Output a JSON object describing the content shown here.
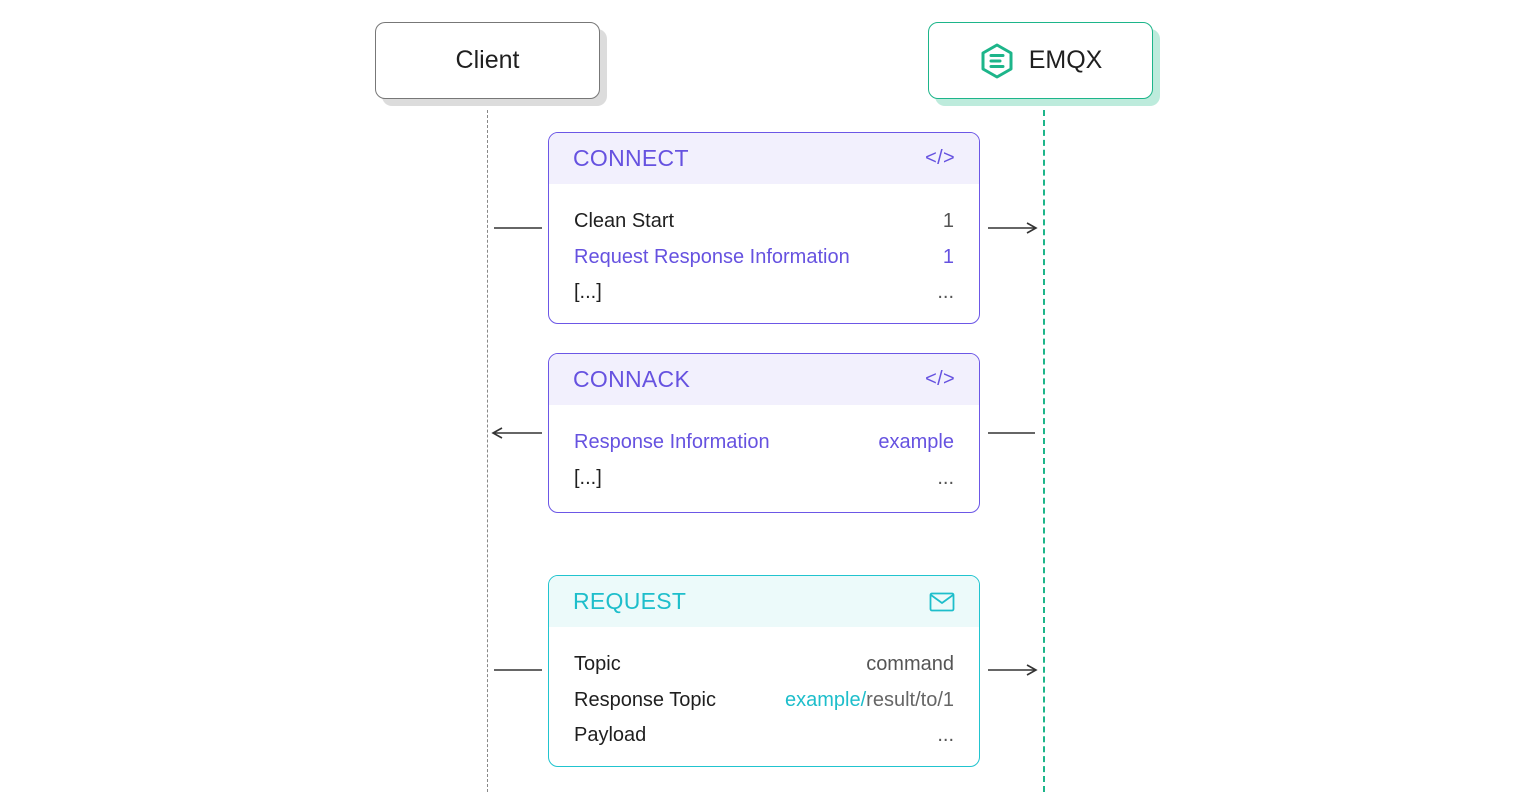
{
  "actors": {
    "client": "Client",
    "emqx": "EMQX"
  },
  "messages": [
    {
      "title": "CONNECT",
      "icon": "code-icon",
      "icon_glyph": "</>",
      "rows": [
        {
          "label": "Clean Start",
          "value": "1"
        },
        {
          "label": "Request Response Information",
          "value": "1"
        },
        {
          "label": "[...]",
          "value": "..."
        }
      ]
    },
    {
      "title": "CONNACK",
      "icon": "code-icon",
      "icon_glyph": "</>",
      "rows": [
        {
          "label": "Response Information",
          "value": "example"
        },
        {
          "label": "[...]",
          "value": "..."
        }
      ]
    },
    {
      "title": "REQUEST",
      "icon": "envelope-icon",
      "rows": [
        {
          "label": "Topic",
          "value": "command"
        },
        {
          "label": "Response Topic",
          "value_prefix": "example/",
          "value_suffix": "result/to/1"
        },
        {
          "label": "Payload",
          "value": "..."
        }
      ]
    }
  ],
  "colors": {
    "purple": "#6652e0",
    "teal": "#1ebecb",
    "emqx_green": "#1db58a"
  }
}
